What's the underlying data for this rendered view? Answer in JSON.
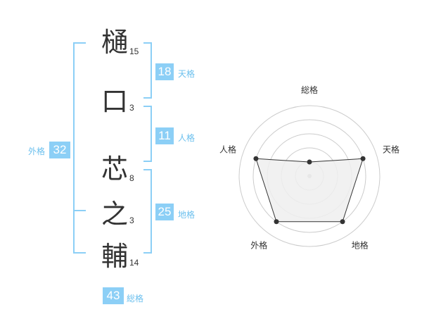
{
  "name": {
    "chars": [
      {
        "char": "樋",
        "strokes": "15"
      },
      {
        "char": "口",
        "strokes": "3"
      },
      {
        "char": "芯",
        "strokes": "8"
      },
      {
        "char": "之",
        "strokes": "3"
      },
      {
        "char": "輔",
        "strokes": "14"
      }
    ]
  },
  "kaku": {
    "tenkaku": {
      "value": "18",
      "label": "天格"
    },
    "jinkaku": {
      "value": "11",
      "label": "人格"
    },
    "chikaku": {
      "value": "25",
      "label": "地格"
    },
    "gaikaku": {
      "value": "32",
      "label": "外格"
    },
    "soukaku": {
      "value": "43",
      "label": "総格"
    }
  },
  "chart_data": {
    "type": "radar",
    "axes": [
      "総格",
      "天格",
      "地格",
      "外格",
      "人格"
    ],
    "values": [
      1,
      4,
      4,
      4,
      4
    ],
    "max": 5,
    "colors": {
      "fill": "#eeeeee",
      "line": "#333333",
      "rings": "#cccccc",
      "center": "#bbbbbb"
    }
  }
}
